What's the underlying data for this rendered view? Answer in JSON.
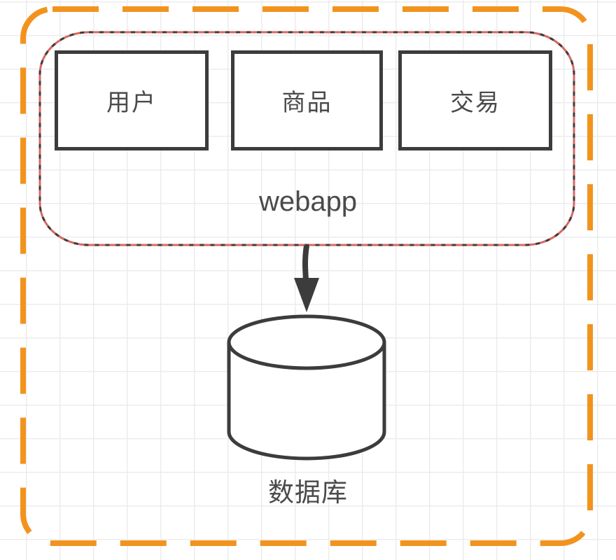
{
  "diagram": {
    "container_label": "webapp",
    "modules": [
      {
        "label": "用户"
      },
      {
        "label": "商品"
      },
      {
        "label": "交易"
      }
    ],
    "database_label": "数据库"
  },
  "colors": {
    "outer_dashed_border": "#F2931E",
    "selection_red": "#D96762",
    "stroke_dark": "#3C3C3C",
    "text": "#4A4A4A",
    "grid_line": "#ECECEC",
    "shape_fill": "#FFFFFF",
    "canvas_bg": "#FFFFFF"
  }
}
